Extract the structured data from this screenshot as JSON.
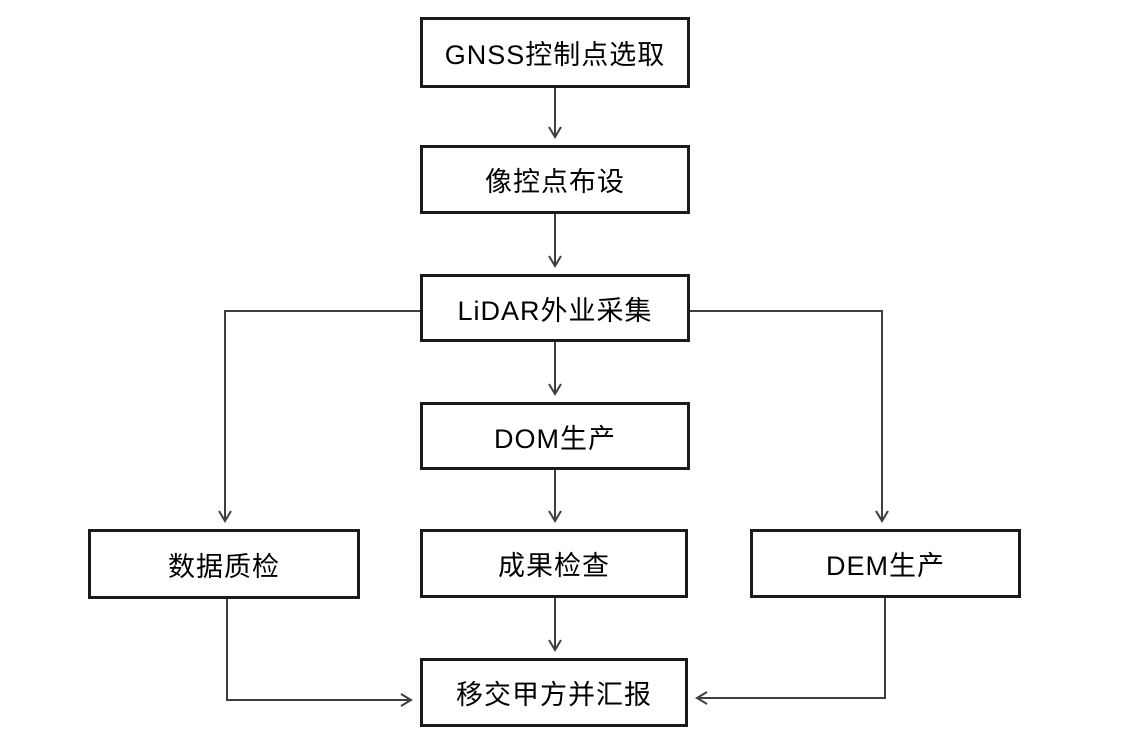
{
  "diagram": {
    "type": "flowchart",
    "language": "zh-CN",
    "nodes": [
      {
        "id": "gnss",
        "label": "GNSS控制点选取"
      },
      {
        "id": "imgctrl",
        "label": "像控点布设"
      },
      {
        "id": "lidar",
        "label": "LiDAR外业采集"
      },
      {
        "id": "dom",
        "label": "DOM生产"
      },
      {
        "id": "qc",
        "label": "数据质检"
      },
      {
        "id": "check",
        "label": "成果检查"
      },
      {
        "id": "dem",
        "label": "DEM生产"
      },
      {
        "id": "handover",
        "label": "移交甲方并汇报"
      }
    ],
    "edges": [
      {
        "from": "gnss",
        "to": "imgctrl",
        "route": "straight-down"
      },
      {
        "from": "imgctrl",
        "to": "lidar",
        "route": "straight-down"
      },
      {
        "from": "lidar",
        "to": "dom",
        "route": "straight-down"
      },
      {
        "from": "lidar",
        "to": "qc",
        "route": "left-then-down"
      },
      {
        "from": "lidar",
        "to": "dem",
        "route": "right-then-down"
      },
      {
        "from": "dom",
        "to": "check",
        "route": "straight-down"
      },
      {
        "from": "check",
        "to": "handover",
        "route": "straight-down"
      },
      {
        "from": "qc",
        "to": "handover",
        "route": "down-then-right"
      },
      {
        "from": "dem",
        "to": "handover",
        "route": "down-then-left"
      }
    ],
    "colors": {
      "background": "#ffffff",
      "box_border": "#1a1a1a",
      "connector": "#3f3f3f",
      "text": "#000000"
    }
  }
}
